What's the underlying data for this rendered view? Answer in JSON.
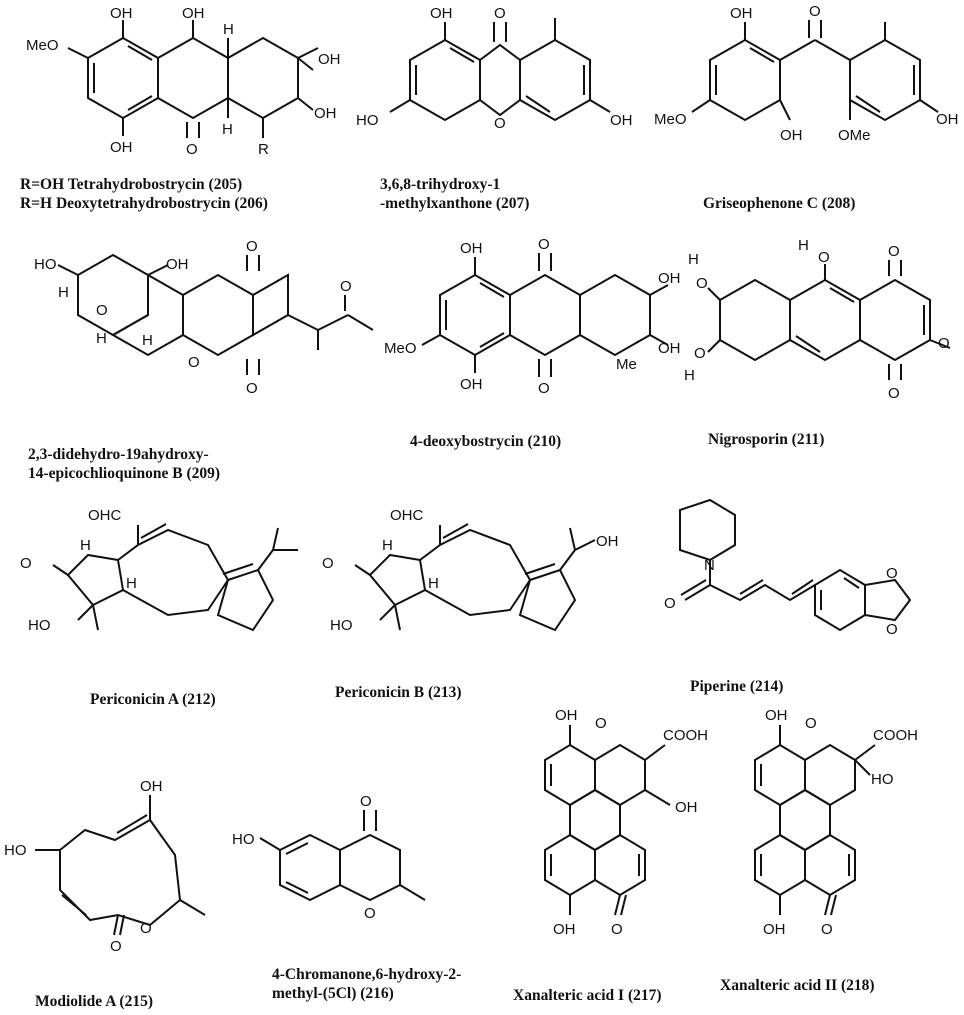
{
  "compounds": [
    {
      "id": "205-206",
      "lines": [
        "R=OH Tetrahydrobostrycin (205)",
        "R=H Deoxytetrahydrobostrycin (206)"
      ],
      "atom_labels": [
        "OH",
        "OH",
        "H",
        "MeO",
        "OH",
        "OH",
        "OH",
        "O",
        "H",
        "R"
      ]
    },
    {
      "id": "207",
      "lines": [
        "3,6,8-trihydroxy-1",
        "-methylxanthone (207)"
      ],
      "atom_labels": [
        "OH",
        "O",
        "HO",
        "O",
        "OH"
      ]
    },
    {
      "id": "208",
      "lines": [
        "Griseophenone C (208)"
      ],
      "atom_labels": [
        "OH",
        "O",
        "MeO",
        "OH",
        "OMe",
        "OH"
      ]
    },
    {
      "id": "209",
      "lines": [
        "2,3-didehydro-19ahydroxy-",
        "14-epicochlioquinone B (209)"
      ],
      "atom_labels": [
        "HO",
        "OH",
        "H",
        "O",
        "H",
        "H",
        "O",
        "O",
        "O",
        "O"
      ]
    },
    {
      "id": "210",
      "lines": [
        "4-deoxybostrycin (210)"
      ],
      "atom_labels": [
        "OH",
        "O",
        "OH",
        "MeO",
        "Me",
        "OH",
        "OH",
        "O"
      ]
    },
    {
      "id": "211",
      "lines": [
        "Nigrosporin (211)"
      ],
      "atom_labels": [
        "H",
        "O",
        "H",
        "O",
        "O",
        "H",
        "O",
        "O",
        "O"
      ]
    },
    {
      "id": "212",
      "lines": [
        "Periconicin A (212)"
      ],
      "atom_labels": [
        "OHC",
        "O",
        "H",
        "H",
        "HO"
      ]
    },
    {
      "id": "213",
      "lines": [
        "Periconicin B (213)"
      ],
      "atom_labels": [
        "OHC",
        "OH",
        "O",
        "H",
        "H",
        "HO"
      ]
    },
    {
      "id": "214",
      "lines": [
        "Piperine (214)"
      ],
      "atom_labels": [
        "N",
        "O",
        "O",
        "O"
      ]
    },
    {
      "id": "215",
      "lines": [
        "Modiolide A (215)"
      ],
      "atom_labels": [
        "OH",
        "HO",
        "O",
        "O"
      ]
    },
    {
      "id": "216",
      "lines": [
        "4-Chromanone,6-hydroxy-2-",
        "methyl-(5Cl) (216)"
      ],
      "atom_labels": [
        "O",
        "HO",
        "O"
      ]
    },
    {
      "id": "217",
      "lines": [
        "Xanalteric acid I (217)"
      ],
      "atom_labels": [
        "OH",
        "O",
        "COOH",
        "OH",
        "OH",
        "O"
      ]
    },
    {
      "id": "218",
      "lines": [
        "Xanalteric acid II (218)"
      ],
      "atom_labels": [
        "OH",
        "O",
        "COOH",
        "HO",
        "OH",
        "O"
      ]
    }
  ]
}
